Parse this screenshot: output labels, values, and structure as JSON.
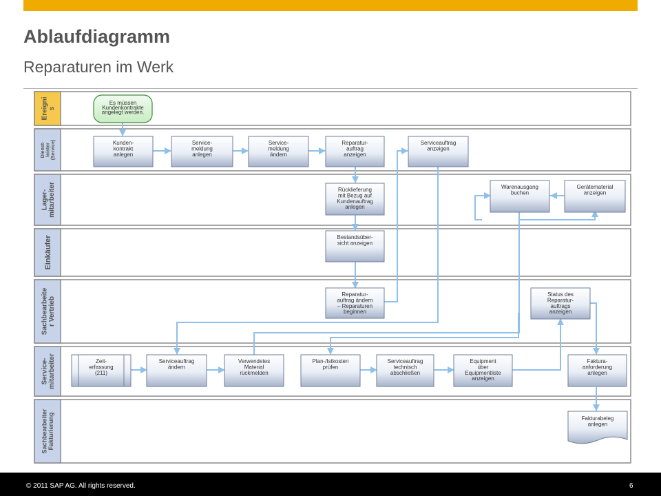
{
  "slide": {
    "title": "Ablaufdiagramm",
    "subtitle": "Reparaturen im Werk",
    "copyright": "© 2011 SAP AG. All rights reserved.",
    "page_number": "6"
  },
  "colors": {
    "accent_bar": "#f0ab00",
    "lane_header": "#c6d3e9",
    "lane_header_event": "#f6c94c",
    "event_fill": "#d7f2d2",
    "event_border": "#3b8a3b",
    "connector": "#8fc0ea",
    "footer": "#000000"
  },
  "lanes": [
    {
      "id": "event",
      "label": "Ereignis"
    },
    {
      "id": "service",
      "label": "Dienst-leister (Service)"
    },
    {
      "id": "stock",
      "label": "Lager-mitarbeiter"
    },
    {
      "id": "purchaser",
      "label": "Einkäufer"
    },
    {
      "id": "sales",
      "label": "Sachbearbeiter Vertrieb"
    },
    {
      "id": "technician",
      "label": "Service-mitarbeiter"
    },
    {
      "id": "billing",
      "label": "Sachbearbeiter Fakturierung"
    }
  ],
  "nodes": [
    {
      "id": "ev",
      "lines": [
        "Es müssen",
        "Kundenkontrakte",
        "angelegt werden."
      ]
    },
    {
      "id": "n1",
      "lines": [
        "Kunden-",
        "kontrakt",
        "anlegen"
      ]
    },
    {
      "id": "n2",
      "lines": [
        "Service-",
        "meldung",
        "anlegen"
      ]
    },
    {
      "id": "n3",
      "lines": [
        "Service-",
        "meldung",
        "ändern"
      ]
    },
    {
      "id": "n4",
      "lines": [
        "Reparatur-",
        "auftrag",
        "anzeigen"
      ]
    },
    {
      "id": "n5",
      "lines": [
        "Serviceauftrag",
        "anzeigen"
      ]
    },
    {
      "id": "n6",
      "lines": [
        "Rücklieferung",
        "mit Bezug auf",
        "Kundenauftrag",
        "anlegen"
      ]
    },
    {
      "id": "n7",
      "lines": [
        "Warenausgang",
        "buchen"
      ]
    },
    {
      "id": "n8",
      "lines": [
        "Gerätematerial",
        "anzeigen"
      ]
    },
    {
      "id": "n9",
      "lines": [
        "Bestandsüber-",
        "sicht anzeigen"
      ]
    },
    {
      "id": "n10",
      "lines": [
        "Reparatur-",
        "auftrag ändern",
        "– Reparaturen",
        "beginnen"
      ]
    },
    {
      "id": "n11",
      "lines": [
        "Status des",
        "Reparatur-",
        "auftrags",
        "anzeigen"
      ]
    },
    {
      "id": "n12",
      "lines": [
        "Zeit-",
        "erfassung",
        "(211)"
      ]
    },
    {
      "id": "n13",
      "lines": [
        "Serviceauftrag",
        "ändern"
      ]
    },
    {
      "id": "n14",
      "lines": [
        "Verwendetes",
        "Material",
        "rückmelden"
      ]
    },
    {
      "id": "n15",
      "lines": [
        "Plan-/Istkosten",
        "prüfen"
      ]
    },
    {
      "id": "n16",
      "lines": [
        "Serviceauftrag",
        "technisch",
        "abschließen"
      ]
    },
    {
      "id": "n17",
      "lines": [
        "Equipment",
        "über",
        "Equipmentliste",
        "anzeigen"
      ]
    },
    {
      "id": "n18",
      "lines": [
        "Faktura-",
        "anforderung",
        "anlegen"
      ]
    },
    {
      "id": "n19",
      "lines": [
        "Fakturabeleg",
        "anlegen"
      ]
    }
  ]
}
